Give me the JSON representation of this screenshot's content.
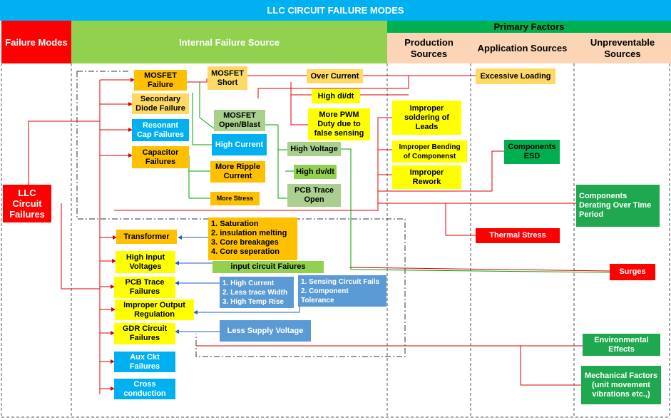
{
  "title": "LLC CIRCUIT FAILURE MODES",
  "headers": {
    "failure_modes": "Failure Modes",
    "internal": "Internal Failure Source",
    "primary": "Primary Factors",
    "production": "Production\nSources",
    "application": "Application Sources",
    "unpreventable": "Unpreventable\nSources"
  },
  "root": "LLC\nCircuit\nFailures",
  "nodes": {
    "mosfet_failure": "MOSFET\nFailure",
    "secondary_diode": "Secondary\nDiode Failure",
    "resonant_cap": "Resonant\nCap Failures",
    "capacitor_failures": "Capacitor\nFailures",
    "mosfet_short": "MOSFET\nShort",
    "mosfet_open": "MOSFET\nOpen/Blast",
    "high_current": "High Current",
    "more_ripple": "More Ripple\nCurrent",
    "more_stress": "More Stress",
    "over_current": "Over Current",
    "high_didt": "High di/dt",
    "more_pwm": "More PWM\nDuty due to\nfalse sensing",
    "high_voltage": "High Voltage",
    "high_dvdt": "High dv/dt",
    "pcb_trace_open": "PCB Trace\nOpen",
    "excessive_loading": "Excessive Loading",
    "improper_soldering": "Improper\nsoldering of\nLeads",
    "improper_bending": "Improper Bending\nof Componenst",
    "improper_rework": "Improper\nRework",
    "components_esd": "Components\nESD",
    "derating": "Components\nDerating Over Time\nPeriod",
    "thermal_stress": "Thermal Stress",
    "surges": "Surges",
    "environmental": "Environmental\nEffects",
    "mechanical": "Mechanical Factors\n(unit movement\nvibrations etc.,)",
    "transformer": "Transformer",
    "transformer_causes": "1. Saturation\n2. insulation melting\n3. Core breakages\n4. Core seperation",
    "high_input_voltages": "High Input\nVoltages",
    "input_circuit_failures": "input circuit Faiures",
    "pcb_trace_failures": "PCB Trace\nFailures",
    "pcb_trace_causes": "1. High Current\n2. Less trace Width\n3. High Temp Rise",
    "sensing_causes": "1. Sensing Circuit Fails\n2. Component\nTolerance",
    "improper_output_reg": "Improper Output\nRegulation",
    "gdr_circuit": "GDR  Circuit\nFailures",
    "less_supply_voltage": "Less Supply Voltage",
    "aux_ckt": "Aux Ckt\nFailures",
    "cross_conduction": "Cross\nconduction"
  },
  "colors": {
    "title_bar": "#00b0f0",
    "header_red": "#ff0000",
    "header_green": "#92d050",
    "header_dark_green": "#00b050",
    "header_peach": "#fbd5b5",
    "line_red": "#e00000",
    "line_green": "#00a000",
    "line_blue": "#1f5fbf",
    "line_dark": "#333333"
  }
}
